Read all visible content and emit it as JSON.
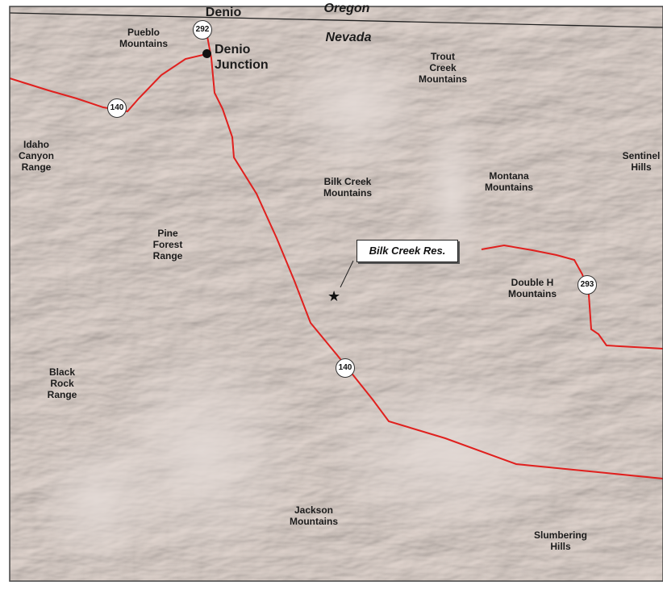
{
  "map": {
    "state_labels": {
      "north": "Oregon",
      "south": "Nevada"
    },
    "towns": {
      "denio": "Denio",
      "denio_junction": "Denio\nJunction"
    },
    "ranges": {
      "pueblo": "Pueblo\nMountains",
      "trout_creek": "Trout\nCreek\nMountains",
      "idaho_canyon": "Idaho\nCanyon\nRange",
      "bilk_creek": "Bilk Creek\nMountains",
      "montana": "Montana\nMountains",
      "sentinel": "Sentinel\nHills",
      "pine_forest": "Pine\nForest\nRange",
      "double_h": "Double H\nMountains",
      "black_rock": "Black\nRock\nRange",
      "jackson": "Jackson\nMountains",
      "slumbering": "Slumbering\nHills"
    },
    "routes": {
      "r292": "292",
      "r140": "140",
      "r293": "293"
    },
    "feature": {
      "callout": "Bilk Creek Res.",
      "marker_icon": "star-icon"
    },
    "colors": {
      "terrain": "#d8cfc8",
      "road": "#e0201e",
      "state_line": "#222222",
      "frame": "#444444"
    }
  }
}
